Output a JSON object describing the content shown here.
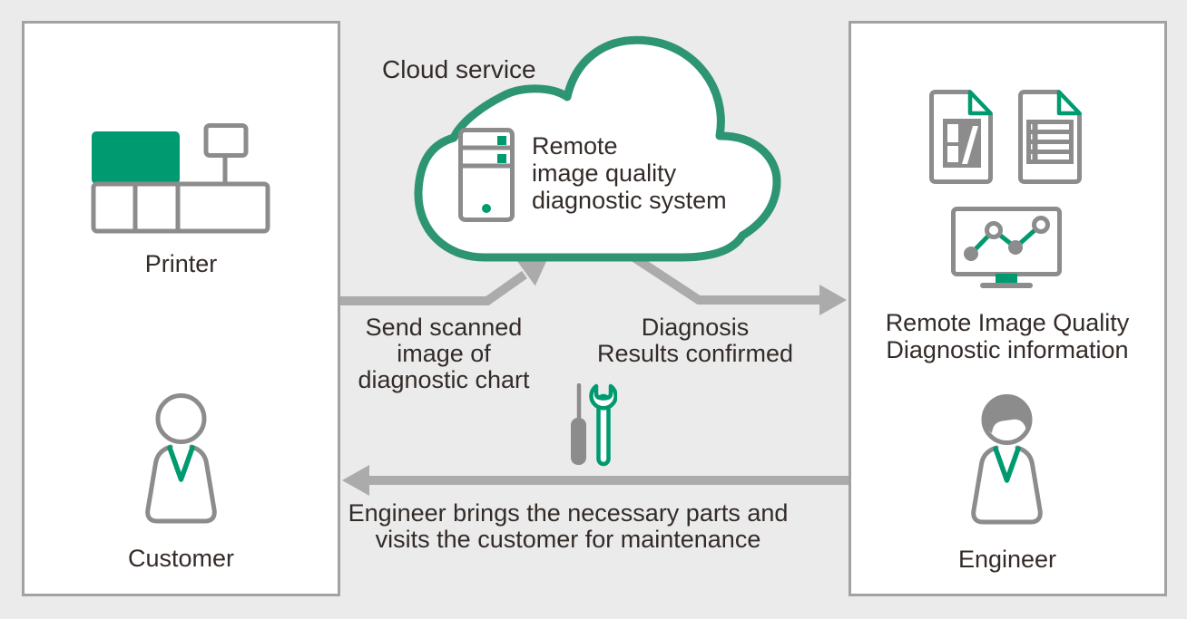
{
  "title": "Remote image quality diagnostic service diagram",
  "colors": {
    "background": "#ebebeb",
    "panel": "#ffffff",
    "panel_border": "#a2a2a2",
    "green": "#009a70",
    "cloud_green": "#2d9573",
    "icon_gray": "#8c8c8c",
    "arrow_gray": "#ababab",
    "text": "#332b28"
  },
  "cloud": {
    "label": "Cloud service",
    "system": {
      "lines": [
        "Remote",
        "image quality",
        "diagnostic system"
      ]
    },
    "server_icon": "server-icon"
  },
  "customer_panel": {
    "printer_label": "Printer",
    "customer_label": "Customer",
    "printer_icon": "printer-icon",
    "customer_icon": "person-icon"
  },
  "engineer_panel": {
    "info_lines": [
      "Remote Image Quality",
      "Diagnostic information"
    ],
    "engineer_label": "Engineer",
    "document_icons": [
      "document-image-icon",
      "document-report-icon"
    ],
    "monitor_icon": "chart-monitor-icon",
    "engineer_icon": "person-icon"
  },
  "flows": {
    "send": {
      "lines": [
        "Send scanned",
        "image of",
        "diagnostic chart"
      ]
    },
    "diagnosis": {
      "lines": [
        "Diagnosis",
        "Results confirmed"
      ]
    },
    "visit": {
      "lines": [
        "Engineer brings the necessary parts and",
        "visits the customer for maintenance"
      ],
      "tools_icon": "screwdriver-wrench-icon"
    }
  }
}
